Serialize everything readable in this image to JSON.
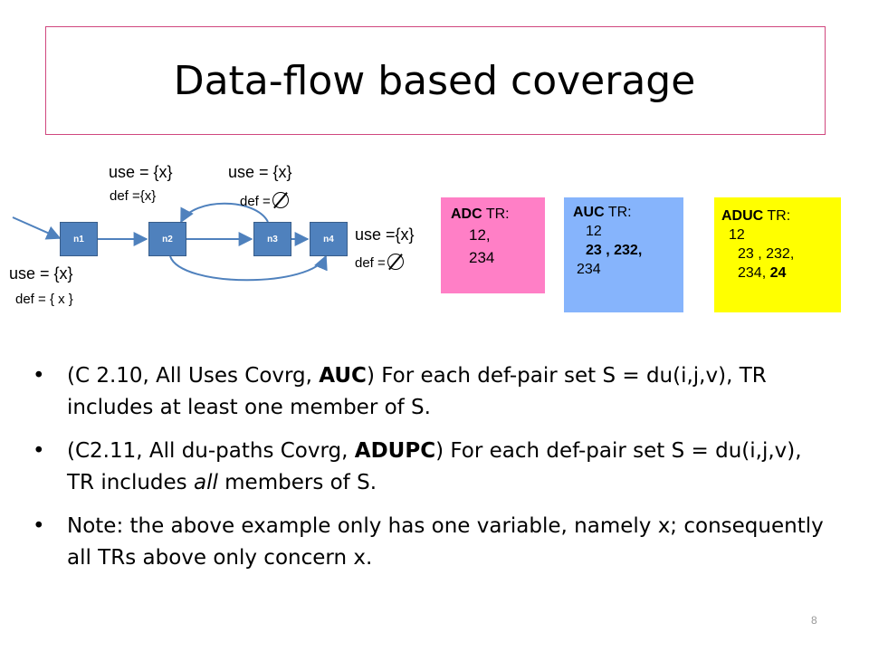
{
  "slide": {
    "title": "Data-flow based coverage",
    "page_number": "8"
  },
  "graph": {
    "nodes": [
      "n1",
      "n2",
      "n3",
      "n4"
    ],
    "annotations": {
      "n1_use": "use =  {x}",
      "n1_def": "def  = { x }",
      "n2_use": "use = {x}",
      "n2_def": "def ={x}",
      "n3_use": "use = {x}",
      "n3_def": "def =",
      "n4_use": "use   ={x}",
      "n4_def": "def  ="
    }
  },
  "tr_boxes": {
    "adc": {
      "label": "ADC",
      "suffix": " TR:",
      "lines": [
        "12,",
        "234"
      ],
      "color": "#ff7fc6"
    },
    "auc": {
      "label": "AUC",
      "suffix": " TR:",
      "lines": [
        "12",
        "23  , 232,",
        "234"
      ],
      "color": "#86b4fc"
    },
    "aduc": {
      "label": "ADUC",
      "suffix": " TR:",
      "lines": [
        "12",
        "23  , 232,",
        "234, ",
        "24"
      ],
      "color": "#ffff00"
    }
  },
  "bullets": [
    {
      "pre": "(C 2.10, All Uses Covrg, ",
      "bold": "AUC",
      "post": ") For each def-pair set S = du(i,j,v),  TR includes at least one member of S."
    },
    {
      "pre": "(C2.11, All du-paths Covrg, ",
      "bold": "ADUPC",
      "mid": ") For each def-pair set S = du(i,j,v),  TR includes ",
      "italic": "all",
      "post": " members of S."
    },
    {
      "text": "Note: the above example only has one variable, namely x; consequently  all TRs above only concern x."
    }
  ],
  "icons": {
    "bullet": "•",
    "empty-set": "empty-set-icon"
  }
}
